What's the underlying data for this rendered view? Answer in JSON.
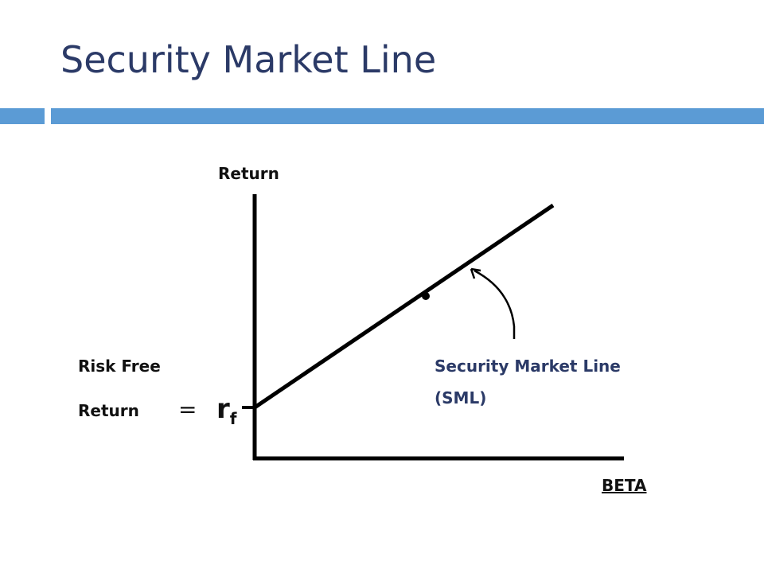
{
  "slide": {
    "title": "Security Market Line",
    "accent_color": "#5b9bd5",
    "title_color": "#2b3a67"
  },
  "diagram": {
    "y_axis_label": "Return",
    "x_axis_label": "BETA",
    "risk_free_label_line1": "Risk Free",
    "risk_free_label_line2": "Return",
    "equals_sign": "=",
    "rf_symbol": "r",
    "rf_subscript": "f",
    "sml_label_line1": "Security Market Line",
    "sml_label_line2": "(SML)"
  }
}
